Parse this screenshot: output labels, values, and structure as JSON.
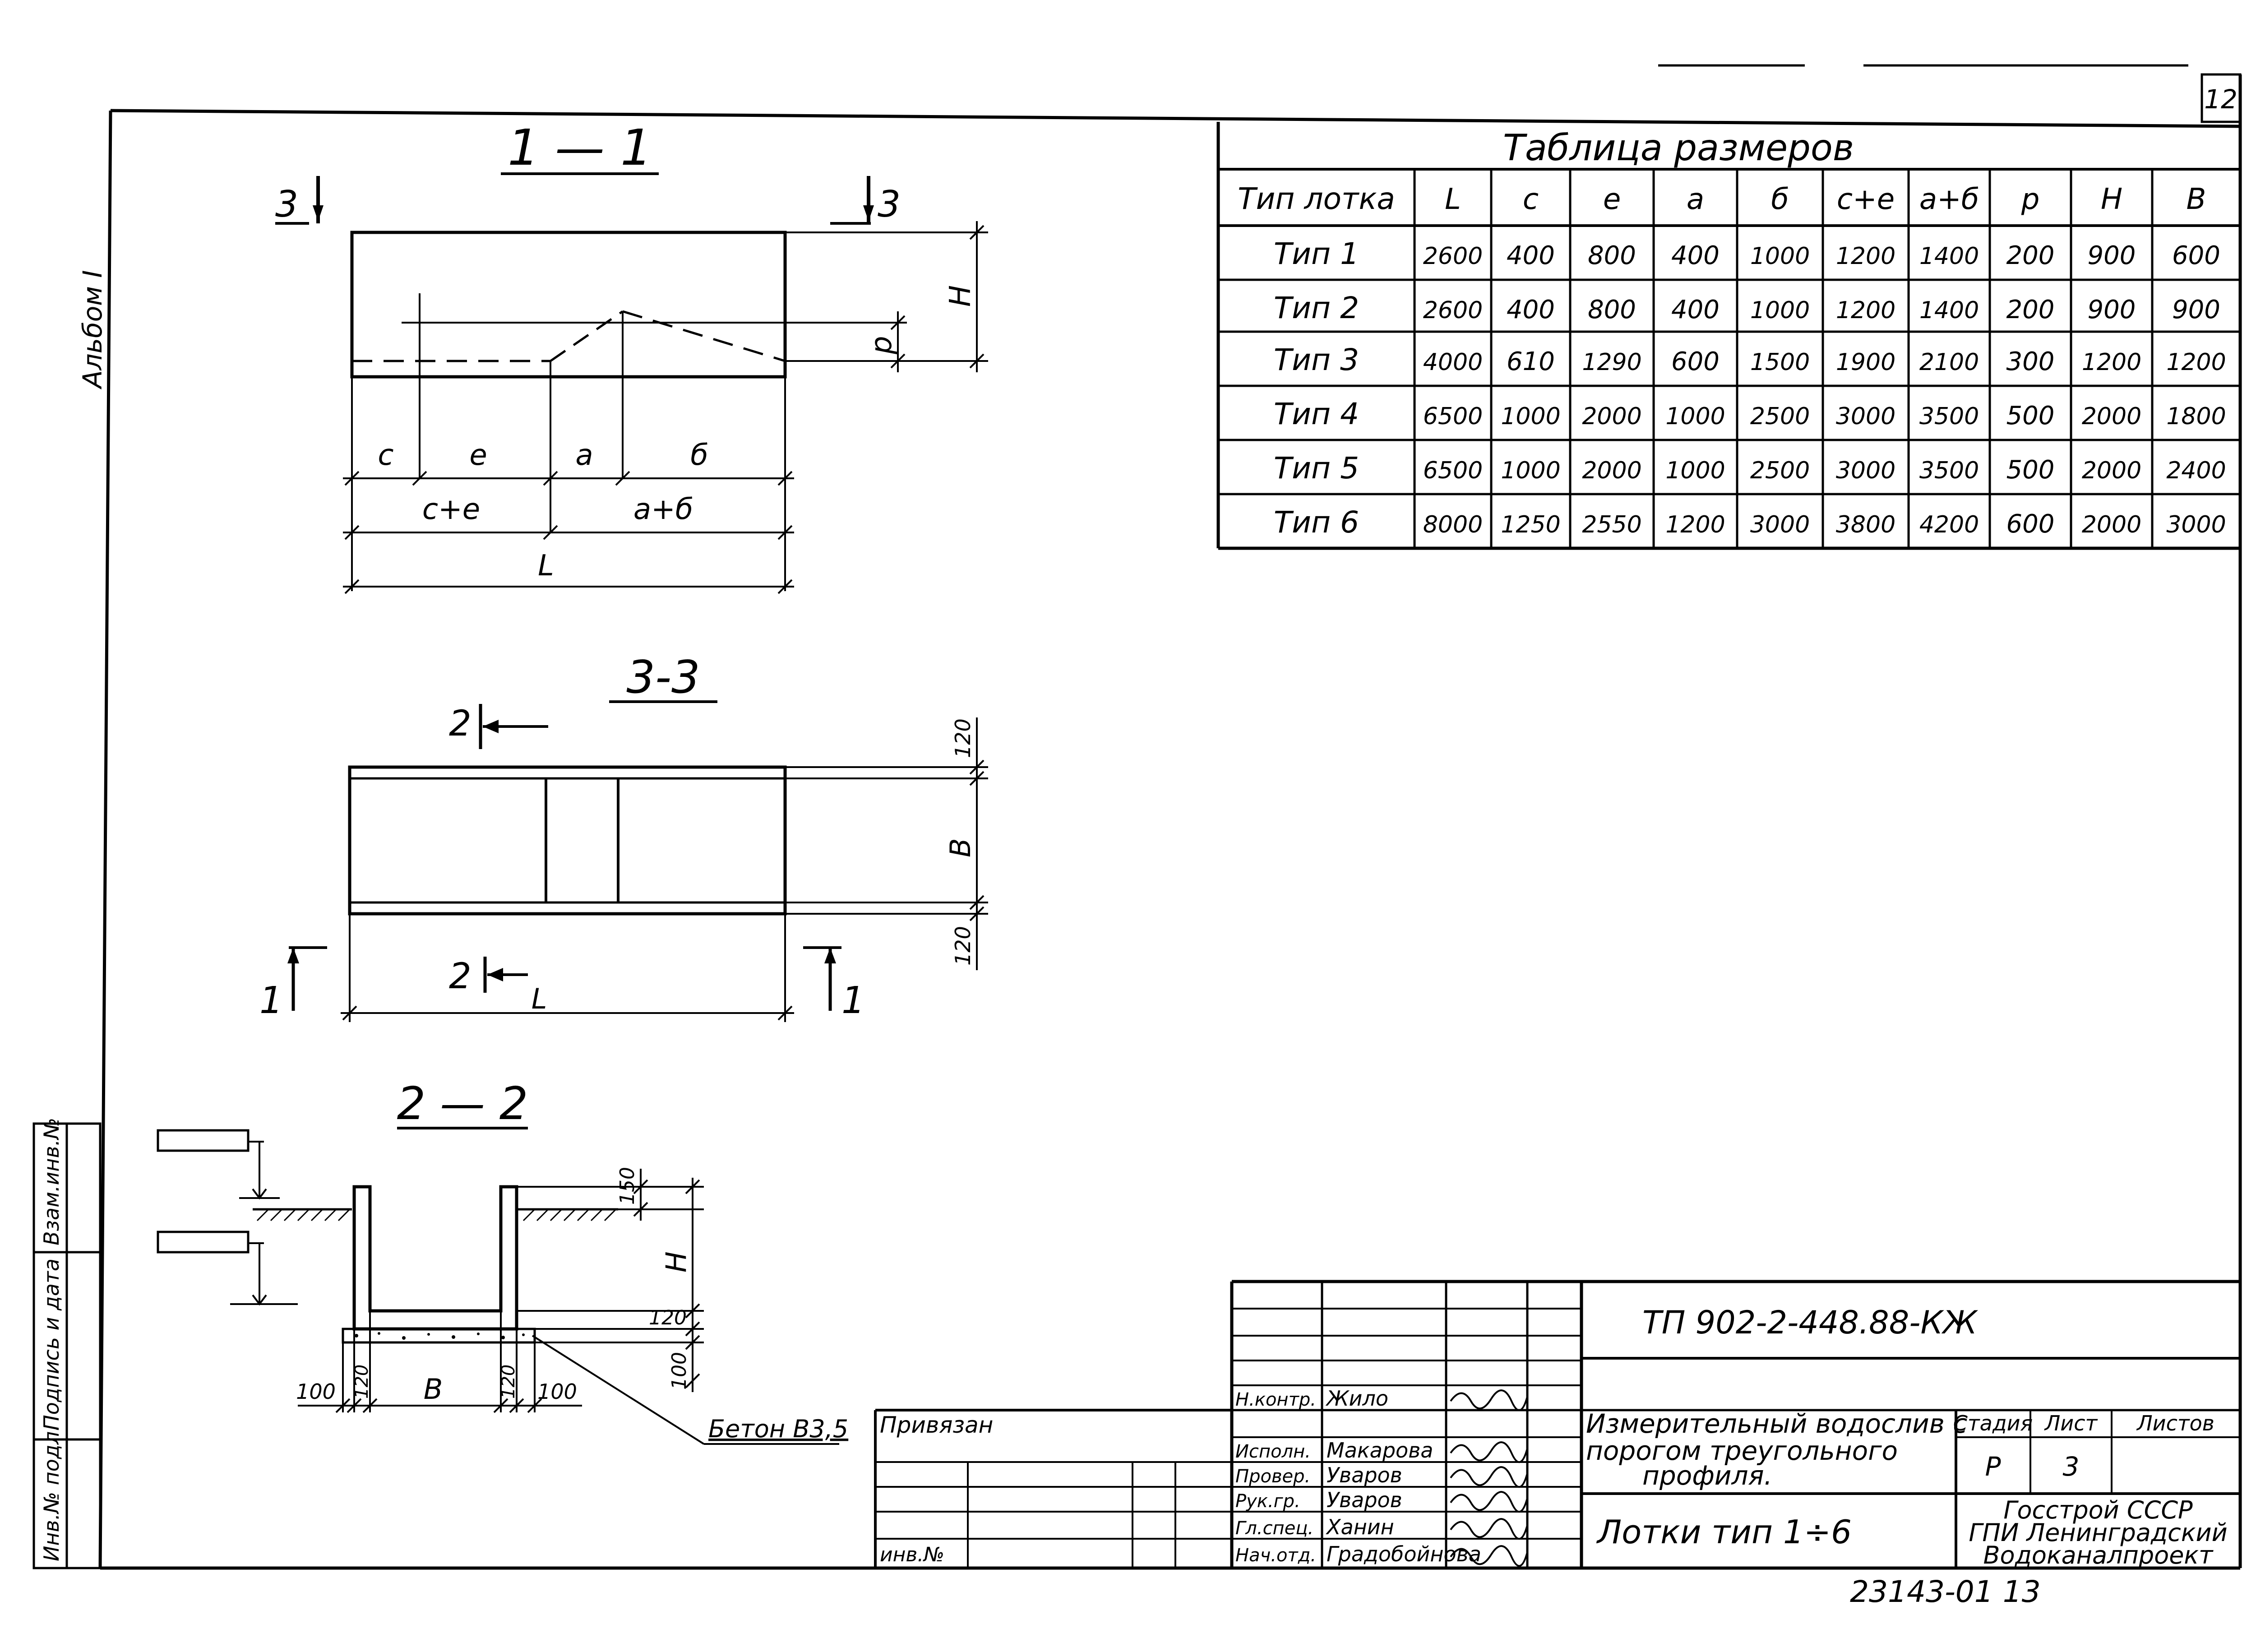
{
  "sheet": {
    "sheet_number": "12",
    "album_label": "Альбом I",
    "archive_number": "23143-01   13",
    "side_stamp": [
      "Взам.инв.№",
      "Подпись и дата",
      "Инв.№ подл."
    ]
  },
  "sections": {
    "s11": "1 — 1",
    "s33": "3-3",
    "s22": "2 — 2",
    "cut3_left": "3",
    "cut3_right": "3",
    "cut2_top": "2",
    "cut2_bottom": "2",
    "cut1_left": "1",
    "cut1_right": "1"
  },
  "dimensions": {
    "H": "H",
    "p": "р",
    "c": "с",
    "e": "е",
    "a": "а",
    "b": "б",
    "ce": "с+е",
    "ab": "а+б",
    "L": "L",
    "L33": "L",
    "B33": "В",
    "d120a": "120",
    "d120b": "120",
    "d150": "150",
    "H22": "H",
    "d120c": "120",
    "d100v": "100",
    "d100l": "100",
    "d120l": "120",
    "B22": "В",
    "d120r": "120",
    "d100r": "100",
    "concrete": "Бетон В3,5"
  },
  "table": {
    "title": "Таблица   размеров",
    "headers": [
      "Тип лотка",
      "L",
      "с",
      "е",
      "а",
      "б",
      "с+е",
      "а+б",
      "р",
      "Н",
      "В"
    ],
    "rows": [
      [
        "Тип 1",
        "2600",
        "400",
        "800",
        "400",
        "1000",
        "1200",
        "1400",
        "200",
        "900",
        "600"
      ],
      [
        "Тип 2",
        "2600",
        "400",
        "800",
        "400",
        "1000",
        "1200",
        "1400",
        "200",
        "900",
        "900"
      ],
      [
        "Тип 3",
        "4000",
        "610",
        "1290",
        "600",
        "1500",
        "1900",
        "2100",
        "300",
        "1200",
        "1200"
      ],
      [
        "Тип 4",
        "6500",
        "1000",
        "2000",
        "1000",
        "2500",
        "3000",
        "3500",
        "500",
        "2000",
        "1800"
      ],
      [
        "Тип 5",
        "6500",
        "1000",
        "2000",
        "1000",
        "2500",
        "3000",
        "3500",
        "500",
        "2000",
        "2400"
      ],
      [
        "Тип 6",
        "8000",
        "1250",
        "2550",
        "1200",
        "3000",
        "3800",
        "4200",
        "600",
        "2000",
        "3000"
      ]
    ]
  },
  "title_block": {
    "doc_code": "ТП 902-2-448.88-КЖ",
    "privyazan": "Привязан",
    "inv": "инв.№",
    "roles": [
      "Н.контр.",
      "Исполн.",
      "Провер.",
      "Рук.гр.",
      "Гл.спец.",
      "Нач.отд."
    ],
    "names": [
      "Жило",
      "Макарова",
      "Уваров",
      "Уваров",
      "Ханин",
      "Градобойнова"
    ],
    "project_title_1": "Измерительный водослив с",
    "project_title_2": "порогом треугольного",
    "project_title_3": "профиля.",
    "stage_header": "Стадия",
    "sheet_header": "Лист",
    "sheets_header": "Листов",
    "stage": "Р",
    "sheet": "3",
    "drawing_name": "Лотки  тип 1÷6",
    "org_1": "Госстрой СССР",
    "org_2": "ГПИ Ленинградский",
    "org_3": "Водоканалпроект"
  }
}
